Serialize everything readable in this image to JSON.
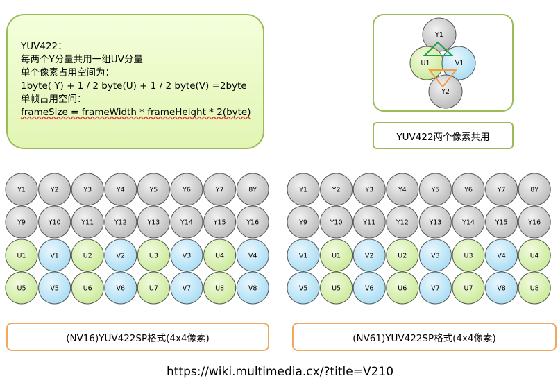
{
  "info": {
    "lines": [
      "YUV422：",
      "每两个Y分量共用一组UV分量",
      "单个像素占用空间为：",
      "1byte( Y) + 1 / 2 byte(U) + 1 / 2 byte(V) =2byte",
      "单帧占用空间：",
      "frameSize = frameWidth * frameHeight * 2(byte)"
    ]
  },
  "sharing": {
    "caption": "YUV422两个像素共用",
    "labels": [
      "Y1",
      "U1",
      "V1",
      "Y2"
    ]
  },
  "grids": [
    {
      "caption": "(NV16)YUV422SP格式(4x4像素)",
      "rows": [
        [
          "Y1",
          "Y2",
          "Y3",
          "Y4",
          "Y5",
          "Y6",
          "Y7",
          "8Y"
        ],
        [
          "Y9",
          "Y10",
          "Y11",
          "Y12",
          "Y13",
          "Y14",
          "Y15",
          "Y16"
        ],
        [
          "U1",
          "V1",
          "U2",
          "V2",
          "U3",
          "V3",
          "U4",
          "V4"
        ],
        [
          "U5",
          "V5",
          "U6",
          "V6",
          "U7",
          "V7",
          "U8",
          "V8"
        ]
      ]
    },
    {
      "caption": "(NV61)YUV422SP格式(4x4像素)",
      "rows": [
        [
          "Y1",
          "Y2",
          "Y3",
          "Y4",
          "Y5",
          "Y6",
          "Y7",
          "8Y"
        ],
        [
          "Y9",
          "Y10",
          "Y11",
          "Y12",
          "Y13",
          "Y14",
          "Y15",
          "Y16"
        ],
        [
          "V1",
          "U1",
          "V2",
          "U2",
          "V3",
          "U3",
          "V4",
          "U4"
        ],
        [
          "V5",
          "U5",
          "V6",
          "U6",
          "V7",
          "U7",
          "V8",
          "U8"
        ]
      ]
    }
  ],
  "source": "https://wiki.multimedia.cx/?title=V210",
  "colors": {
    "y": "#c8c8c8",
    "u": "#d5f0a6",
    "v": "#b5e4f7",
    "box_border": "#9bbb59",
    "caption_border": "#f0a860",
    "triangle_top": "#1d9f3c",
    "triangle_bottom": "#f39c4a"
  }
}
